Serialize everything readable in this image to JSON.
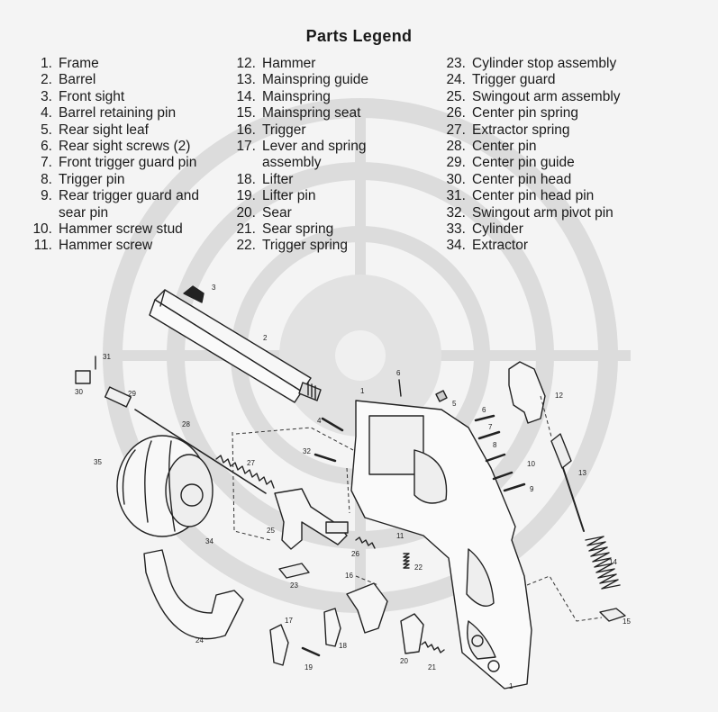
{
  "title": "Parts Legend",
  "legend": {
    "col1": [
      {
        "num": "1.",
        "label": "Frame"
      },
      {
        "num": "2.",
        "label": "Barrel"
      },
      {
        "num": "3.",
        "label": "Front sight"
      },
      {
        "num": "4.",
        "label": "Barrel retaining pin"
      },
      {
        "num": "5.",
        "label": "Rear sight leaf"
      },
      {
        "num": "6.",
        "label": "Rear sight screws (2)"
      },
      {
        "num": "7.",
        "label": "Front trigger guard pin"
      },
      {
        "num": "8.",
        "label": "Trigger pin"
      },
      {
        "num": "9.",
        "label": "Rear trigger guard and\nsear pin"
      },
      {
        "num": "10.",
        "label": "Hammer screw stud"
      },
      {
        "num": "11.",
        "label": "Hammer screw"
      }
    ],
    "col2": [
      {
        "num": "12.",
        "label": "Hammer"
      },
      {
        "num": "13.",
        "label": "Mainspring guide"
      },
      {
        "num": "14.",
        "label": "Mainspring"
      },
      {
        "num": "15.",
        "label": "Mainspring seat"
      },
      {
        "num": "16.",
        "label": "Trigger"
      },
      {
        "num": "17.",
        "label": "Lever and spring\nassembly"
      },
      {
        "num": "18.",
        "label": "Lifter"
      },
      {
        "num": "19.",
        "label": "Lifter pin"
      },
      {
        "num": "20.",
        "label": "Sear"
      },
      {
        "num": "21.",
        "label": "Sear spring"
      },
      {
        "num": "22.",
        "label": "Trigger spring"
      }
    ],
    "col3": [
      {
        "num": "23.",
        "label": "Cylinder stop assembly"
      },
      {
        "num": "24.",
        "label": "Trigger guard"
      },
      {
        "num": "25.",
        "label": "Swingout arm assembly"
      },
      {
        "num": "26.",
        "label": "Center pin spring"
      },
      {
        "num": "27.",
        "label": "Extractor spring"
      },
      {
        "num": "28.",
        "label": "Center pin"
      },
      {
        "num": "29.",
        "label": "Center pin guide"
      },
      {
        "num": "30.",
        "label": "Center pin head"
      },
      {
        "num": "31.",
        "label": "Center pin head pin"
      },
      {
        "num": "32.",
        "label": "Swingout arm pivot pin"
      },
      {
        "num": "33.",
        "label": "Cylinder"
      },
      {
        "num": "34.",
        "label": "Extractor"
      }
    ]
  },
  "callouts": {
    "c1a": "1",
    "c1b": "1",
    "c2": "2",
    "c3": "3",
    "c4": "4",
    "c5": "5",
    "c6a": "6",
    "c6b": "6",
    "c7": "7",
    "c8": "8",
    "c9": "9",
    "c10": "10",
    "c11": "11",
    "c12": "12",
    "c13": "13",
    "c14": "14",
    "c15": "15",
    "c16": "16",
    "c17": "17",
    "c18": "18",
    "c19": "19",
    "c20": "20",
    "c21": "21",
    "c22": "22",
    "c23": "23",
    "c24": "24",
    "c25": "25",
    "c26": "26",
    "c27": "27",
    "c28": "28",
    "c29": "29",
    "c30": "30",
    "c31": "31",
    "c32": "32",
    "c34": "34",
    "c35": "35"
  }
}
